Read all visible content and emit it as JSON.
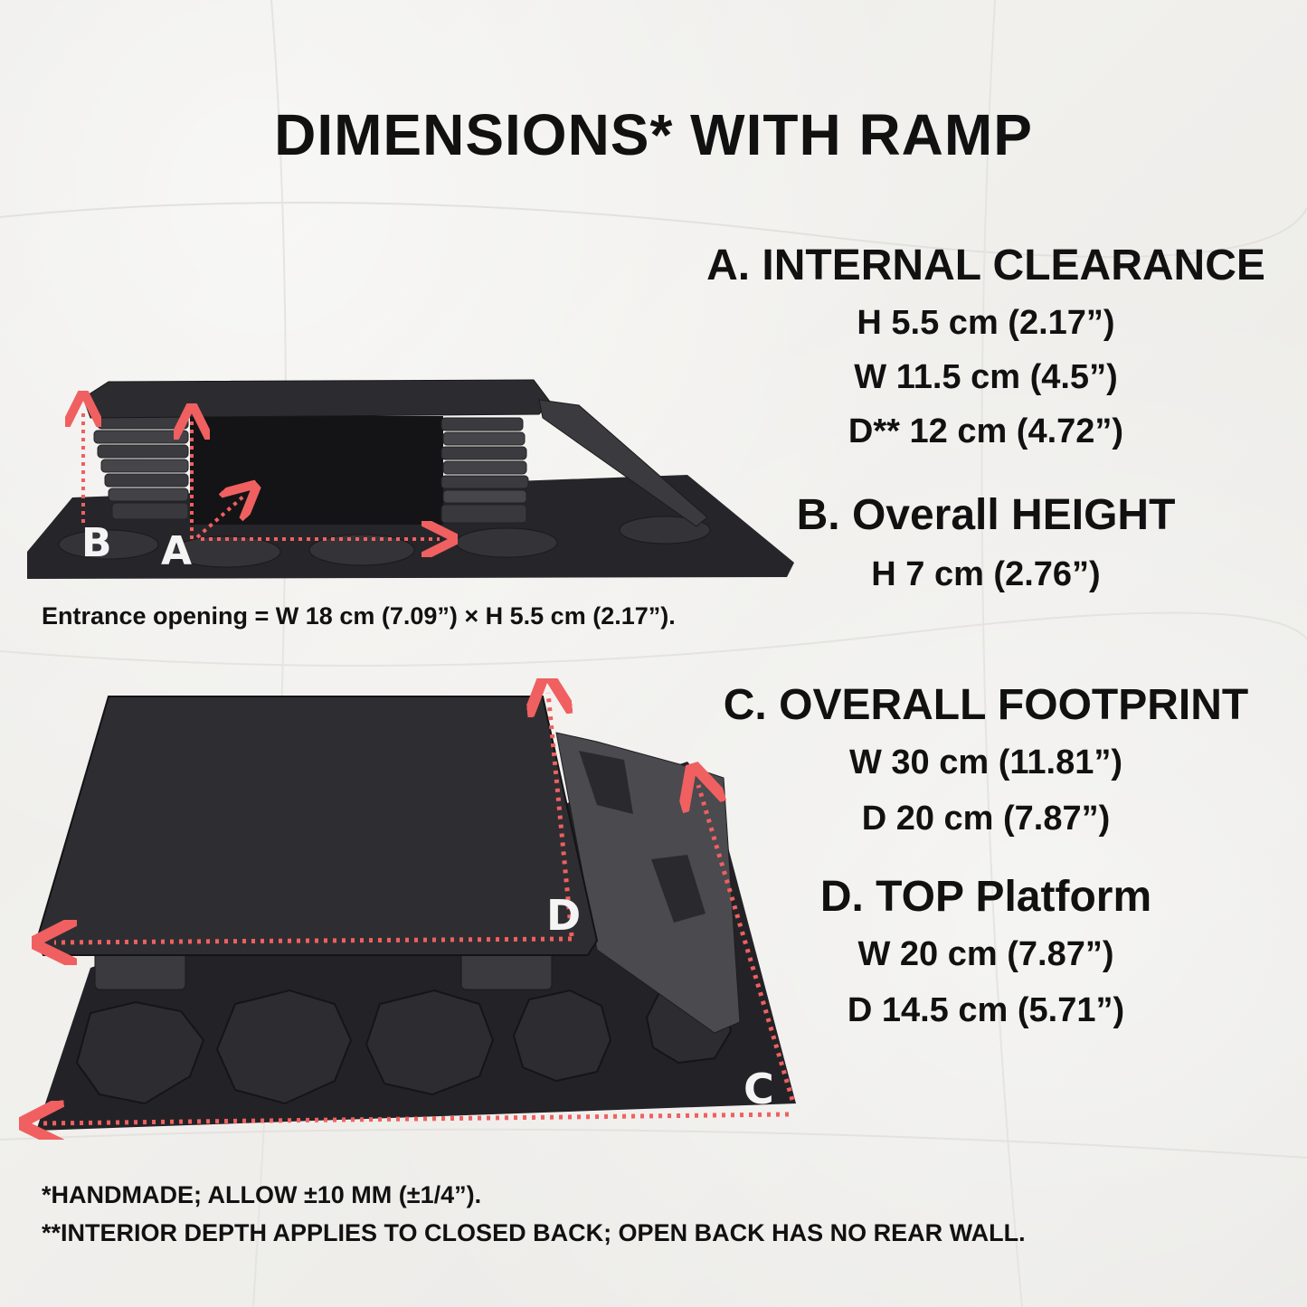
{
  "title": "DIMENSIONS* WITH RAMP",
  "sections": {
    "a": {
      "heading": "A. INTERNAL CLEARANCE",
      "lines": [
        "H 5.5 cm (2.17”)",
        "W 11.5 cm (4.5”)",
        "D** 12 cm (4.72”)"
      ]
    },
    "b": {
      "heading": "B. Overall HEIGHT",
      "lines": [
        "H 7 cm (2.76”)"
      ]
    },
    "c": {
      "heading": "C. OVERALL FOOTPRINT",
      "lines": [
        "W 30 cm (11.81”)",
        "D 20 cm (7.87”)"
      ]
    },
    "d": {
      "heading": "D. TOP Platform",
      "lines": [
        "W 20 cm (7.87”)",
        "D 14.5 cm (5.71”)"
      ]
    }
  },
  "entrance_note": "Entrance opening = W 18 cm (7.09”) × H 5.5 cm (2.17”).",
  "footnotes": [
    "*HANDMADE; ALLOW ±10 MM (±1/4”).",
    "**INTERIOR DEPTH APPLIES TO CLOSED BACK; OPEN BACK HAS NO REAR WALL."
  ],
  "photo_labels": {
    "a": "A",
    "b": "B",
    "c": "C",
    "d": "D"
  },
  "colors": {
    "slate": "#2b2b2d",
    "slate_dark": "#1c1c1e",
    "arrow": "#f06060",
    "text": "#111111"
  }
}
